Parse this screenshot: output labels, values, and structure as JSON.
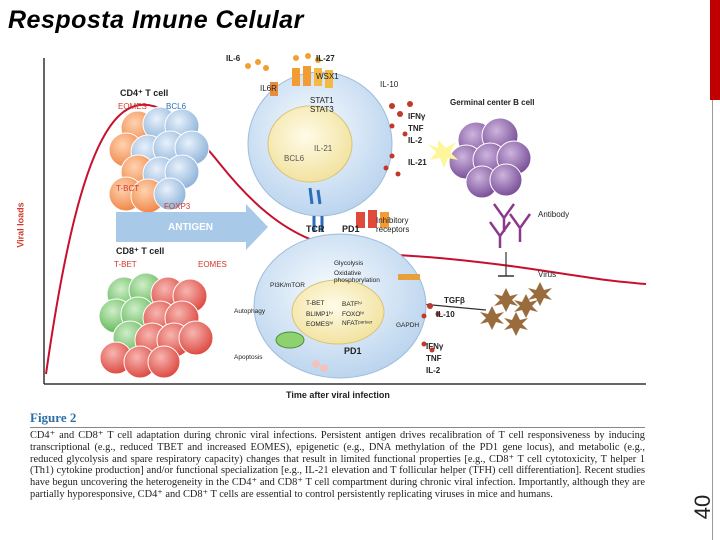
{
  "slide": {
    "title": "Resposta Imune Celular",
    "page_number": "40"
  },
  "figure": {
    "axis": {
      "y_label": "Viral loads",
      "x_label": "Time after viral infection"
    },
    "cd4": {
      "label": "CD4⁺ T cell",
      "eomes": "EOMES",
      "bcl6": "BCL6",
      "tbct": "T-BCT",
      "foxp3": "FOXP3"
    },
    "cd8": {
      "label": "CD8⁺ T cell",
      "tbet": "T-BET",
      "eomes": "EOMES"
    },
    "antigen": "ANTIGEN",
    "cytokines_in": {
      "il6": "IL-6",
      "il27": "IL-27",
      "wsx1": "WSX1",
      "il6r": "IL6R",
      "stat": "STAT1\nSTAT3",
      "bcl6": "BCL6",
      "il21": "IL-21"
    },
    "cytokines_out": {
      "il10": "IL-10",
      "ifng": "IFNγ",
      "tnf": "TNF",
      "il2": "IL-2",
      "il21": "IL-21"
    },
    "germinal": "Germinal center B cell",
    "antibody": "Antibody",
    "virus": "Virus",
    "tcr": "TCR",
    "pd1": "PD1",
    "inhibitory": "Inhibitory\nreceptors",
    "cd8_inner": {
      "pi3k": "PI3K/mTOR",
      "glycolysis": "Glycolysis",
      "oxidative": "Oxidative\nphosphorylation",
      "autophagy": "Autophagy",
      "apoptosis": "Apoptosis",
      "tbet_lo": "T-BET",
      "blimp": "BLIMP1ʰⁱ",
      "eomes_hi": "EOMESʰⁱ",
      "batf": "BATFʰⁱ",
      "foxo": "FOXOʰⁱ",
      "nfat": "NFATᵖᵃʳᵗⁿᵉʳ",
      "gapdh": "GAPDH",
      "pd1": "PD1"
    },
    "cd8_out": {
      "tgfb": "TGFβ",
      "il10": "IL-10",
      "ifng": "IFNγ",
      "tnf": "TNF",
      "il2": "IL-2"
    }
  },
  "caption": {
    "title": "Figure 2",
    "text": "CD4⁺ and CD8⁺ T cell adaptation during chronic viral infections. Persistent antigen drives recalibration of T cell responsiveness by inducing transcriptional (e.g., reduced TBET and increased EOMES), epigenetic (e.g., DNA methylation of the PD1 gene locus), and metabolic (e.g., reduced glycolysis and spare respiratory capacity) changes that result in limited functional properties [e.g., CD8⁺ T cell cytotoxicity, T helper 1 (Th1) cytokine production] and/or functional specialization [e.g., IL-21 elevation and T follicular helper (TFH) cell differentiation]. Recent studies have begun uncovering the heterogeneity in the CD4⁺ and CD8⁺ T cell compartment during chronic viral infection. Importantly, although they are partially hyporesponsive, CD4⁺ and CD8⁺ T cells are essential to control persistently replicating viruses in mice and humans."
  },
  "colors": {
    "accent_red": "#c00000",
    "caption_blue": "#2c6fa6",
    "viral_curve": "#c8102e",
    "antigen_blue": "#3a7fc1"
  }
}
